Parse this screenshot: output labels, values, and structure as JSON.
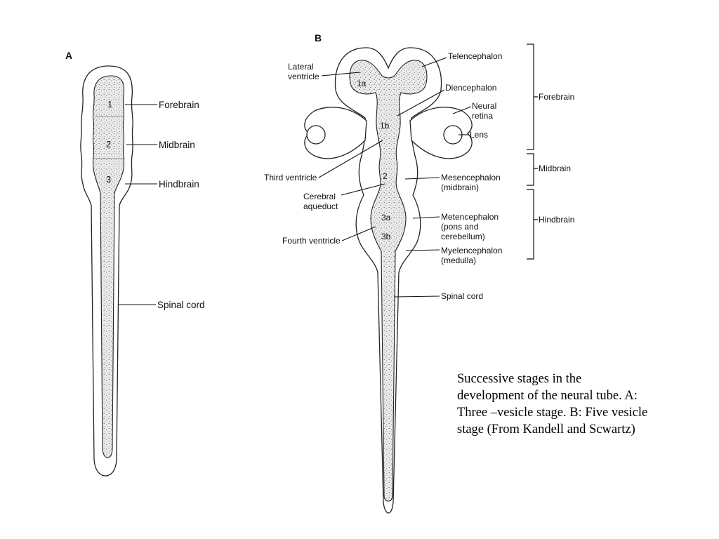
{
  "panel_a": {
    "letter": "A",
    "vesicle_numbers": [
      "1",
      "2",
      "3"
    ],
    "labels": {
      "forebrain": "Forebrain",
      "midbrain": "Midbrain",
      "hindbrain": "Hindbrain",
      "spinal_cord": "Spinal cord"
    }
  },
  "panel_b": {
    "letter": "B",
    "vesicle_numbers": [
      "1a",
      "1b",
      "2",
      "3a",
      "3b"
    ],
    "labels": {
      "lateral_ventricle": [
        "Lateral",
        "ventricle"
      ],
      "telencephalon": "Telencephalon",
      "diencephalon": "Diencephalon",
      "neural_retina": [
        "Neural",
        "retina"
      ],
      "lens": "Lens",
      "third_ventricle": "Third ventricle",
      "cerebral_aqueduct": [
        "Cerebral",
        "aqueduct"
      ],
      "mesencephalon": [
        "Mesencephalon",
        "(midbrain)"
      ],
      "metencephalon": [
        "Metencephalon",
        "(pons and",
        "cerebellum)"
      ],
      "fourth_ventricle": "Fourth ventricle",
      "myelencephalon": [
        "Myelencephalon",
        "(medulla)"
      ],
      "spinal_cord": "Spinal cord"
    },
    "brackets": {
      "forebrain": "Forebrain",
      "midbrain": "Midbrain",
      "hindbrain": "Hindbrain"
    }
  },
  "caption": {
    "lines": [
      "Successive stages in the",
      "development of the neural tube. A:",
      "Three –vesicle stage. B: Five vesicle",
      "stage (From Kandell and Scwartz)"
    ]
  }
}
